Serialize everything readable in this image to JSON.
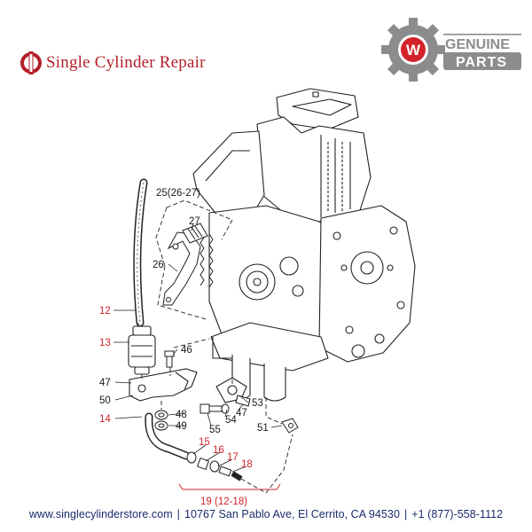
{
  "header": {
    "store_name": "Single Cylinder Repair"
  },
  "badge": {
    "line1": "GENUINE",
    "line2": "PARTS",
    "letter": "W"
  },
  "callouts": {
    "c12": "12",
    "c13": "13",
    "c14": "14",
    "c15": "15",
    "c16": "16",
    "c17": "17",
    "c18": "18",
    "c19": "19 (12-18)",
    "c25": "25(26-27)",
    "c26": "26",
    "c27": "27",
    "c46": "46",
    "c47a": "47",
    "c47b": "47",
    "c48": "48",
    "c49": "49",
    "c50": "50",
    "c51": "51",
    "c53": "53",
    "c54": "54",
    "c55": "55"
  },
  "footer": {
    "website": "www.singlecylinderstore.com",
    "address": "10767 San Pablo Ave, El Cerrito, CA 94530",
    "phone": "+1 (877)-558-1112",
    "separator": "|"
  },
  "colors": {
    "brand_red": "#b3202a",
    "callout_red": "#d2232a",
    "callout_black": "#1a1a1a",
    "badge_gray": "#8a8c8e",
    "footer_navy": "#1a2b6b",
    "line": "#222222"
  }
}
